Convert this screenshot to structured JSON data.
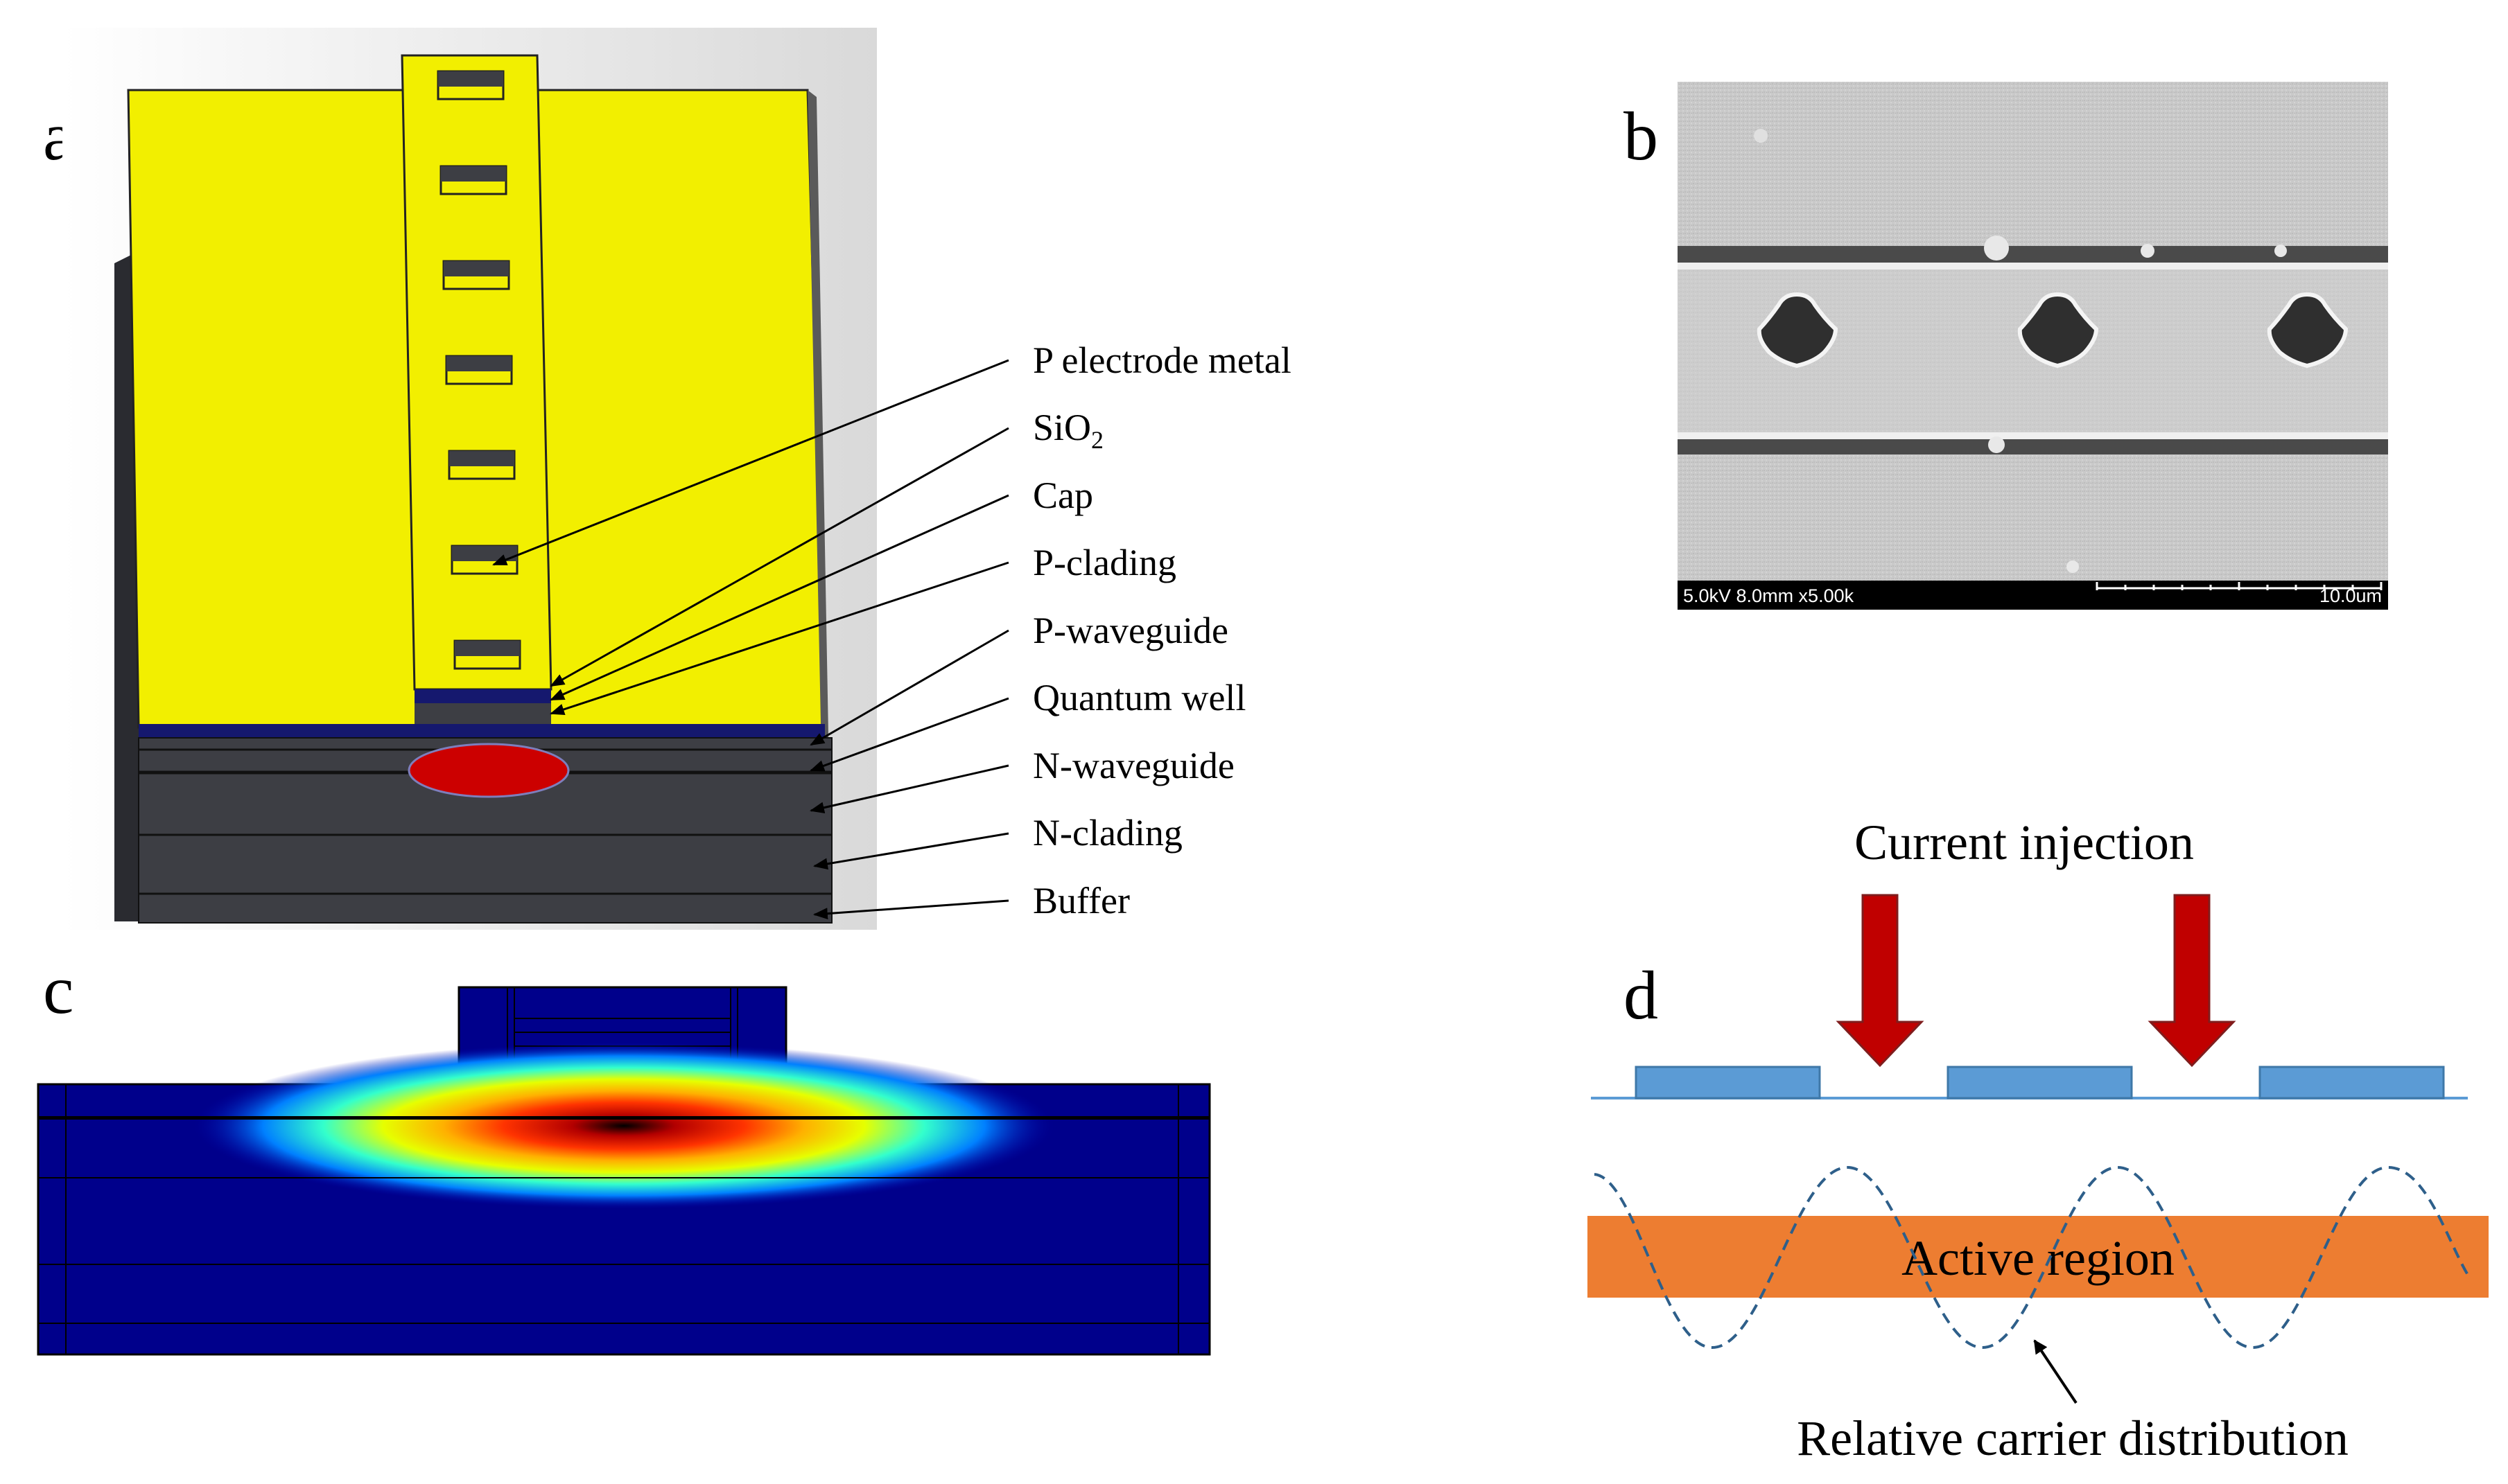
{
  "panels": {
    "a": {
      "letter": "a",
      "labels": [
        "P electrode metal",
        "SiO",
        "Cap",
        "P-clading",
        "P-waveguide",
        "Quantum well",
        "N-waveguide",
        "N-clading",
        "Buffer"
      ],
      "sio2_subscript": "2"
    },
    "b": {
      "letter": "b",
      "sem_info_left": "5.0kV 8.0mm x5.00k",
      "sem_info_right": "10.0um"
    },
    "c": {
      "letter": "c"
    },
    "d": {
      "letter": "d",
      "current_label": "Current injection",
      "active_label": "Active region",
      "carrier_label": "Relative carrier distribution"
    }
  },
  "colors": {
    "electrode_yellow": "#f2ef00",
    "layer_dark": "#3d3e44",
    "sio2_navy": "#15186e",
    "mode_red": "#cc0000",
    "arrow_red": "#c00000",
    "grating_blue": "#5b9bd5",
    "active_orange": "#ed7d31",
    "carrier_dash": "#2e5f8a",
    "field_dark_blue": "#00008b"
  }
}
